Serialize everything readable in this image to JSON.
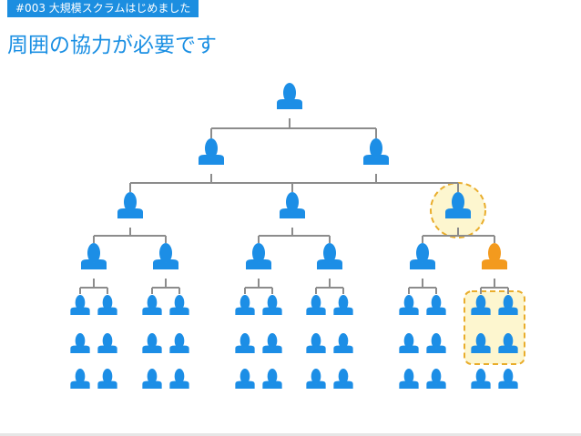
{
  "header": {
    "tag": "#003 大規模スクラムはじめました",
    "title": "周囲の協力が必要です"
  },
  "colors": {
    "person": "#1c8ee6",
    "person_highlight": "#f39a1e",
    "connector": "#8c8c8c",
    "highlight_fill": "#fdf6cf",
    "highlight_border": "#e9ad2c",
    "tag_bg": "#1c8ee0",
    "title_text": "#1a8fe3"
  },
  "org": {
    "levels": [
      {
        "count": 1
      },
      {
        "count": 2
      },
      {
        "count": 3
      },
      {
        "count": 6
      },
      {
        "count": 12,
        "rows_per_node": 3,
        "columns_per_node": 2
      }
    ],
    "highlighted_person": {
      "level": 3,
      "index": 5,
      "color": "orange"
    },
    "circled_person": {
      "level": 2,
      "index": 2
    },
    "boxed_group": {
      "under_level3_index": 5,
      "rows": 2
    }
  }
}
